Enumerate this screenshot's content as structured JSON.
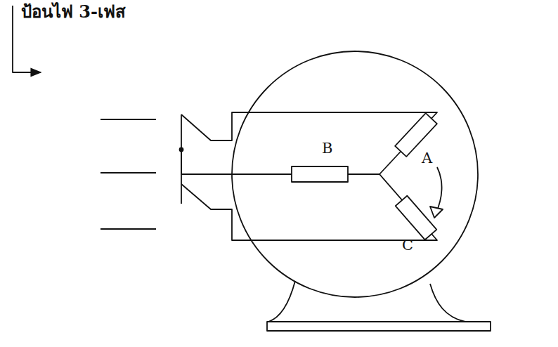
{
  "diagram": {
    "labels": [
      "ป้อนไฟ 3-เฟส",
      "B",
      "A",
      "C"
    ]
  }
}
